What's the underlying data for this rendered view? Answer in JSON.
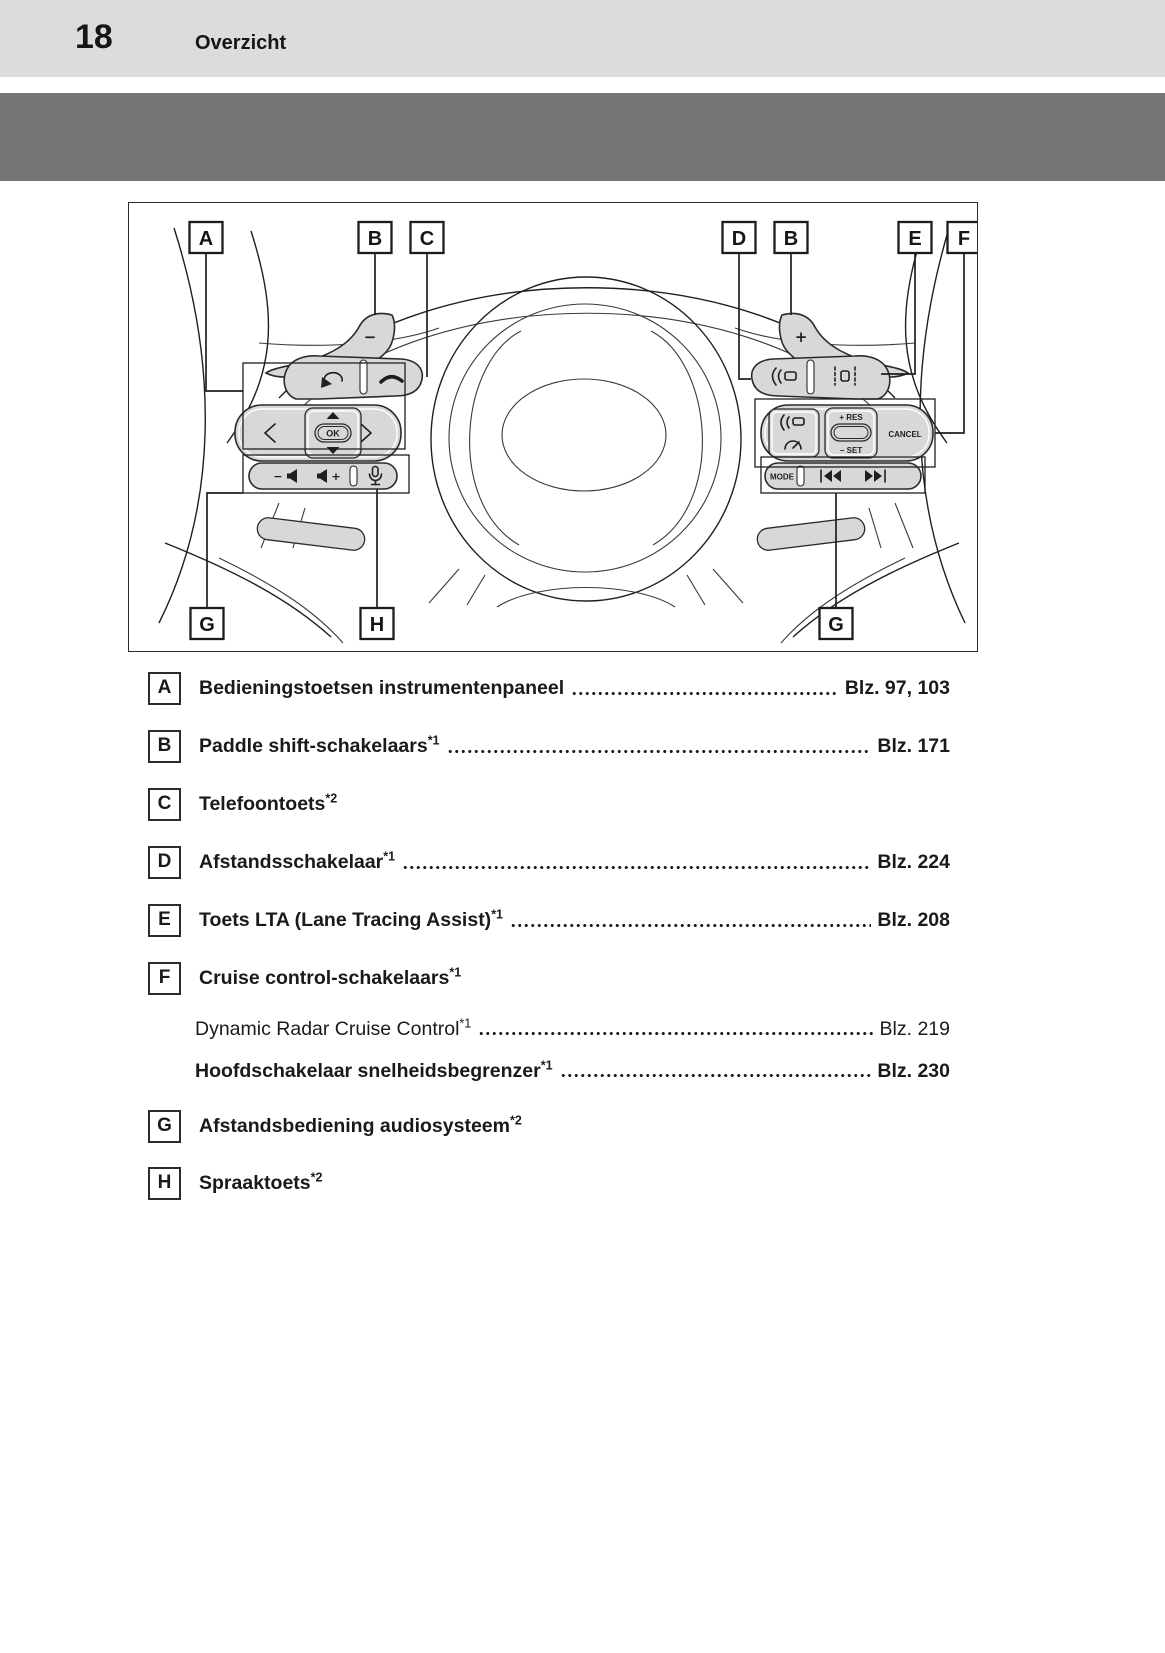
{
  "header": {
    "page_number": "18",
    "section_title": "Overzicht"
  },
  "diagram": {
    "callouts_top": [
      "A",
      "B",
      "C",
      "D",
      "B",
      "E",
      "F"
    ],
    "callouts_bottom": [
      "G",
      "H",
      "G"
    ],
    "labels": {
      "paddle_minus": "−",
      "paddle_plus": "+",
      "ok": "OK",
      "res": "+ RES",
      "set": "− SET",
      "cancel": "CANCEL",
      "mode": "MODE",
      "vol_minus": "−",
      "vol_plus": "+"
    }
  },
  "legend": {
    "items": [
      {
        "key": "A",
        "text": "Bedieningstoetsen instrumentenpaneel",
        "sup": "",
        "page": "Blz. 97, 103"
      },
      {
        "key": "B",
        "text": "Paddle shift-schakelaars",
        "sup": "*1",
        "page": "Blz. 171"
      },
      {
        "key": "C",
        "text": "Telefoontoets",
        "sup": "*2",
        "page": ""
      },
      {
        "key": "D",
        "text": "Afstandsschakelaar",
        "sup": "*1",
        "page": "Blz. 224"
      },
      {
        "key": "E",
        "text": "Toets LTA (Lane Tracing Assist)",
        "sup": "*1",
        "page": "Blz. 208"
      },
      {
        "key": "F",
        "text": "Cruise control-schakelaars",
        "sup": "*1",
        "page": ""
      },
      {
        "key": "G",
        "text": "Afstandsbediening audiosysteem",
        "sup": "*2",
        "page": ""
      },
      {
        "key": "H",
        "text": "Spraaktoets",
        "sup": "*2",
        "page": ""
      }
    ],
    "subitems": [
      {
        "text": "Dynamic Radar Cruise Control",
        "sup": "*1",
        "page": "Blz. 219"
      },
      {
        "text": "Hoofdschakelaar snelheidsbegrenzer",
        "sup": "*1",
        "page": "Blz. 230"
      }
    ]
  }
}
